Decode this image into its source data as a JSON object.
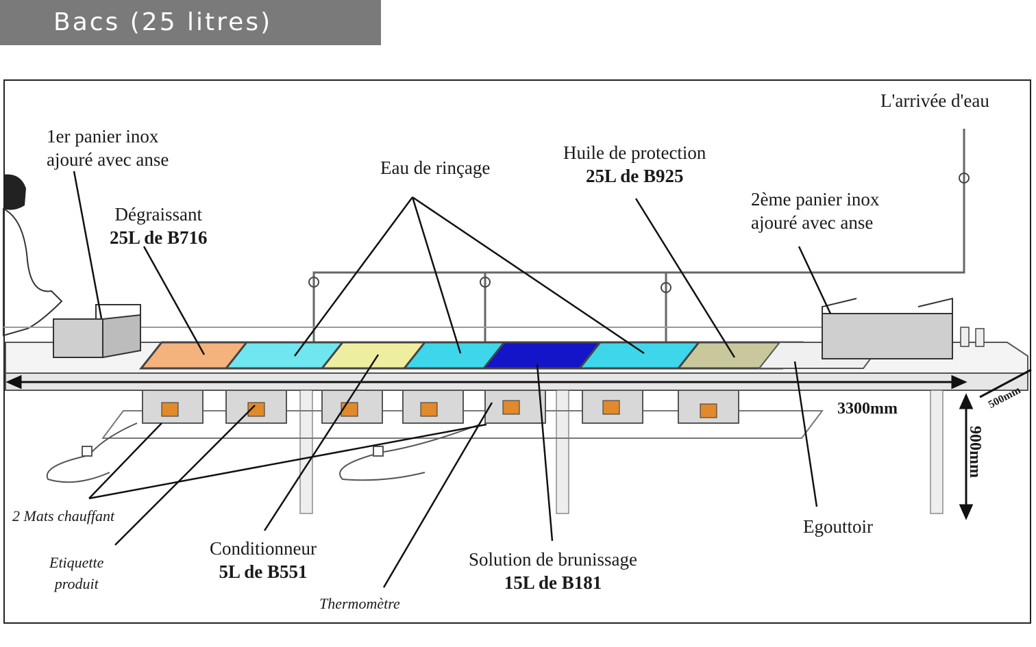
{
  "header": {
    "title": "Bacs (25 litres)"
  },
  "labels": {
    "panier1": [
      "1er panier inox",
      "ajouré avec anse"
    ],
    "degraissant": {
      "name": "Dégraissant",
      "qty": "25L de B716"
    },
    "eau_rincage": "Eau de rinçage",
    "huile": {
      "name": "Huile de protection",
      "qty": "25L de B925"
    },
    "panier2": [
      "2ème panier inox",
      "ajouré avec anse"
    ],
    "arrivee_eau": "L'arrivée d'eau",
    "conditionneur": {
      "name": "Conditionneur",
      "qty": "5L de B551"
    },
    "solution": {
      "name": "Solution de brunissage",
      "qty": "15L de B181"
    },
    "egouttoir": "Egouttoir",
    "mats": "2 Mats chauffant",
    "etiquette": [
      "Etiquette",
      "produit"
    ],
    "thermometre": "Thermomètre",
    "dim_length": "3300mm",
    "dim_height": "900mm",
    "dim_depth": "500mm"
  },
  "tank_colors": [
    "#f4b27c",
    "#6fe6f0",
    "#eeeea0",
    "#3ed6ea",
    "#1414c8",
    "#3ed6ea",
    "#c8c89c"
  ]
}
